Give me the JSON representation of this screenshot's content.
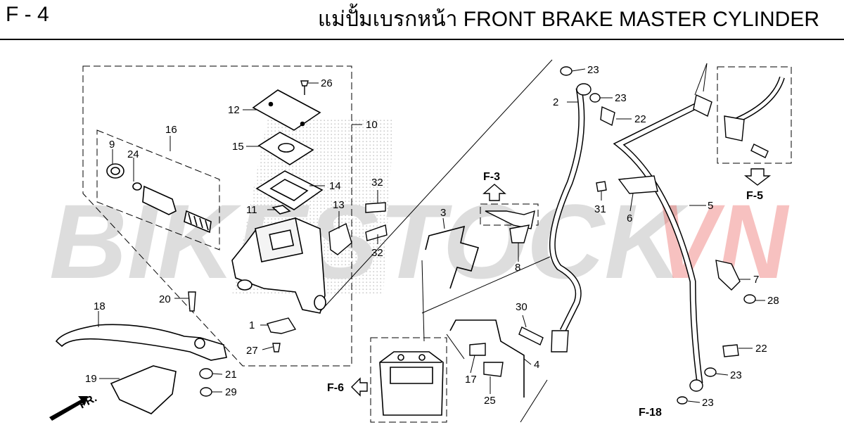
{
  "header": {
    "page_code": "F - 4",
    "title": "แม่ปั้มเบรกหน้า  FRONT BRAKE MASTER CYLINDER"
  },
  "watermark": {
    "text_main": "BIKESTOCK",
    "text_accent": "VN",
    "accent_color": "#e5322d"
  },
  "callouts": {
    "c1": "1",
    "c2": "2",
    "c3": "3",
    "c4": "4",
    "c5": "5",
    "c6": "6",
    "c7": "7",
    "c8": "8",
    "c9": "9",
    "c10": "10",
    "c11": "11",
    "c12": "12",
    "c13": "13",
    "c14": "14",
    "c15": "15",
    "c16": "16",
    "c17": "17",
    "c18": "18",
    "c19": "19",
    "c20": "20",
    "c21": "21",
    "c22a": "22",
    "c22b": "22",
    "c23a": "23",
    "c23b": "23",
    "c23c": "23",
    "c23d": "23",
    "c24": "24",
    "c25": "25",
    "c26": "26",
    "c27": "27",
    "c28": "28",
    "c29": "29",
    "c30": "30",
    "c31": "31",
    "c32a": "32",
    "c32b": "32"
  },
  "refs": {
    "f3": "F-3",
    "f5": "F-5",
    "f6": "F-6",
    "f18": "F-18"
  },
  "direction_label": "FR."
}
